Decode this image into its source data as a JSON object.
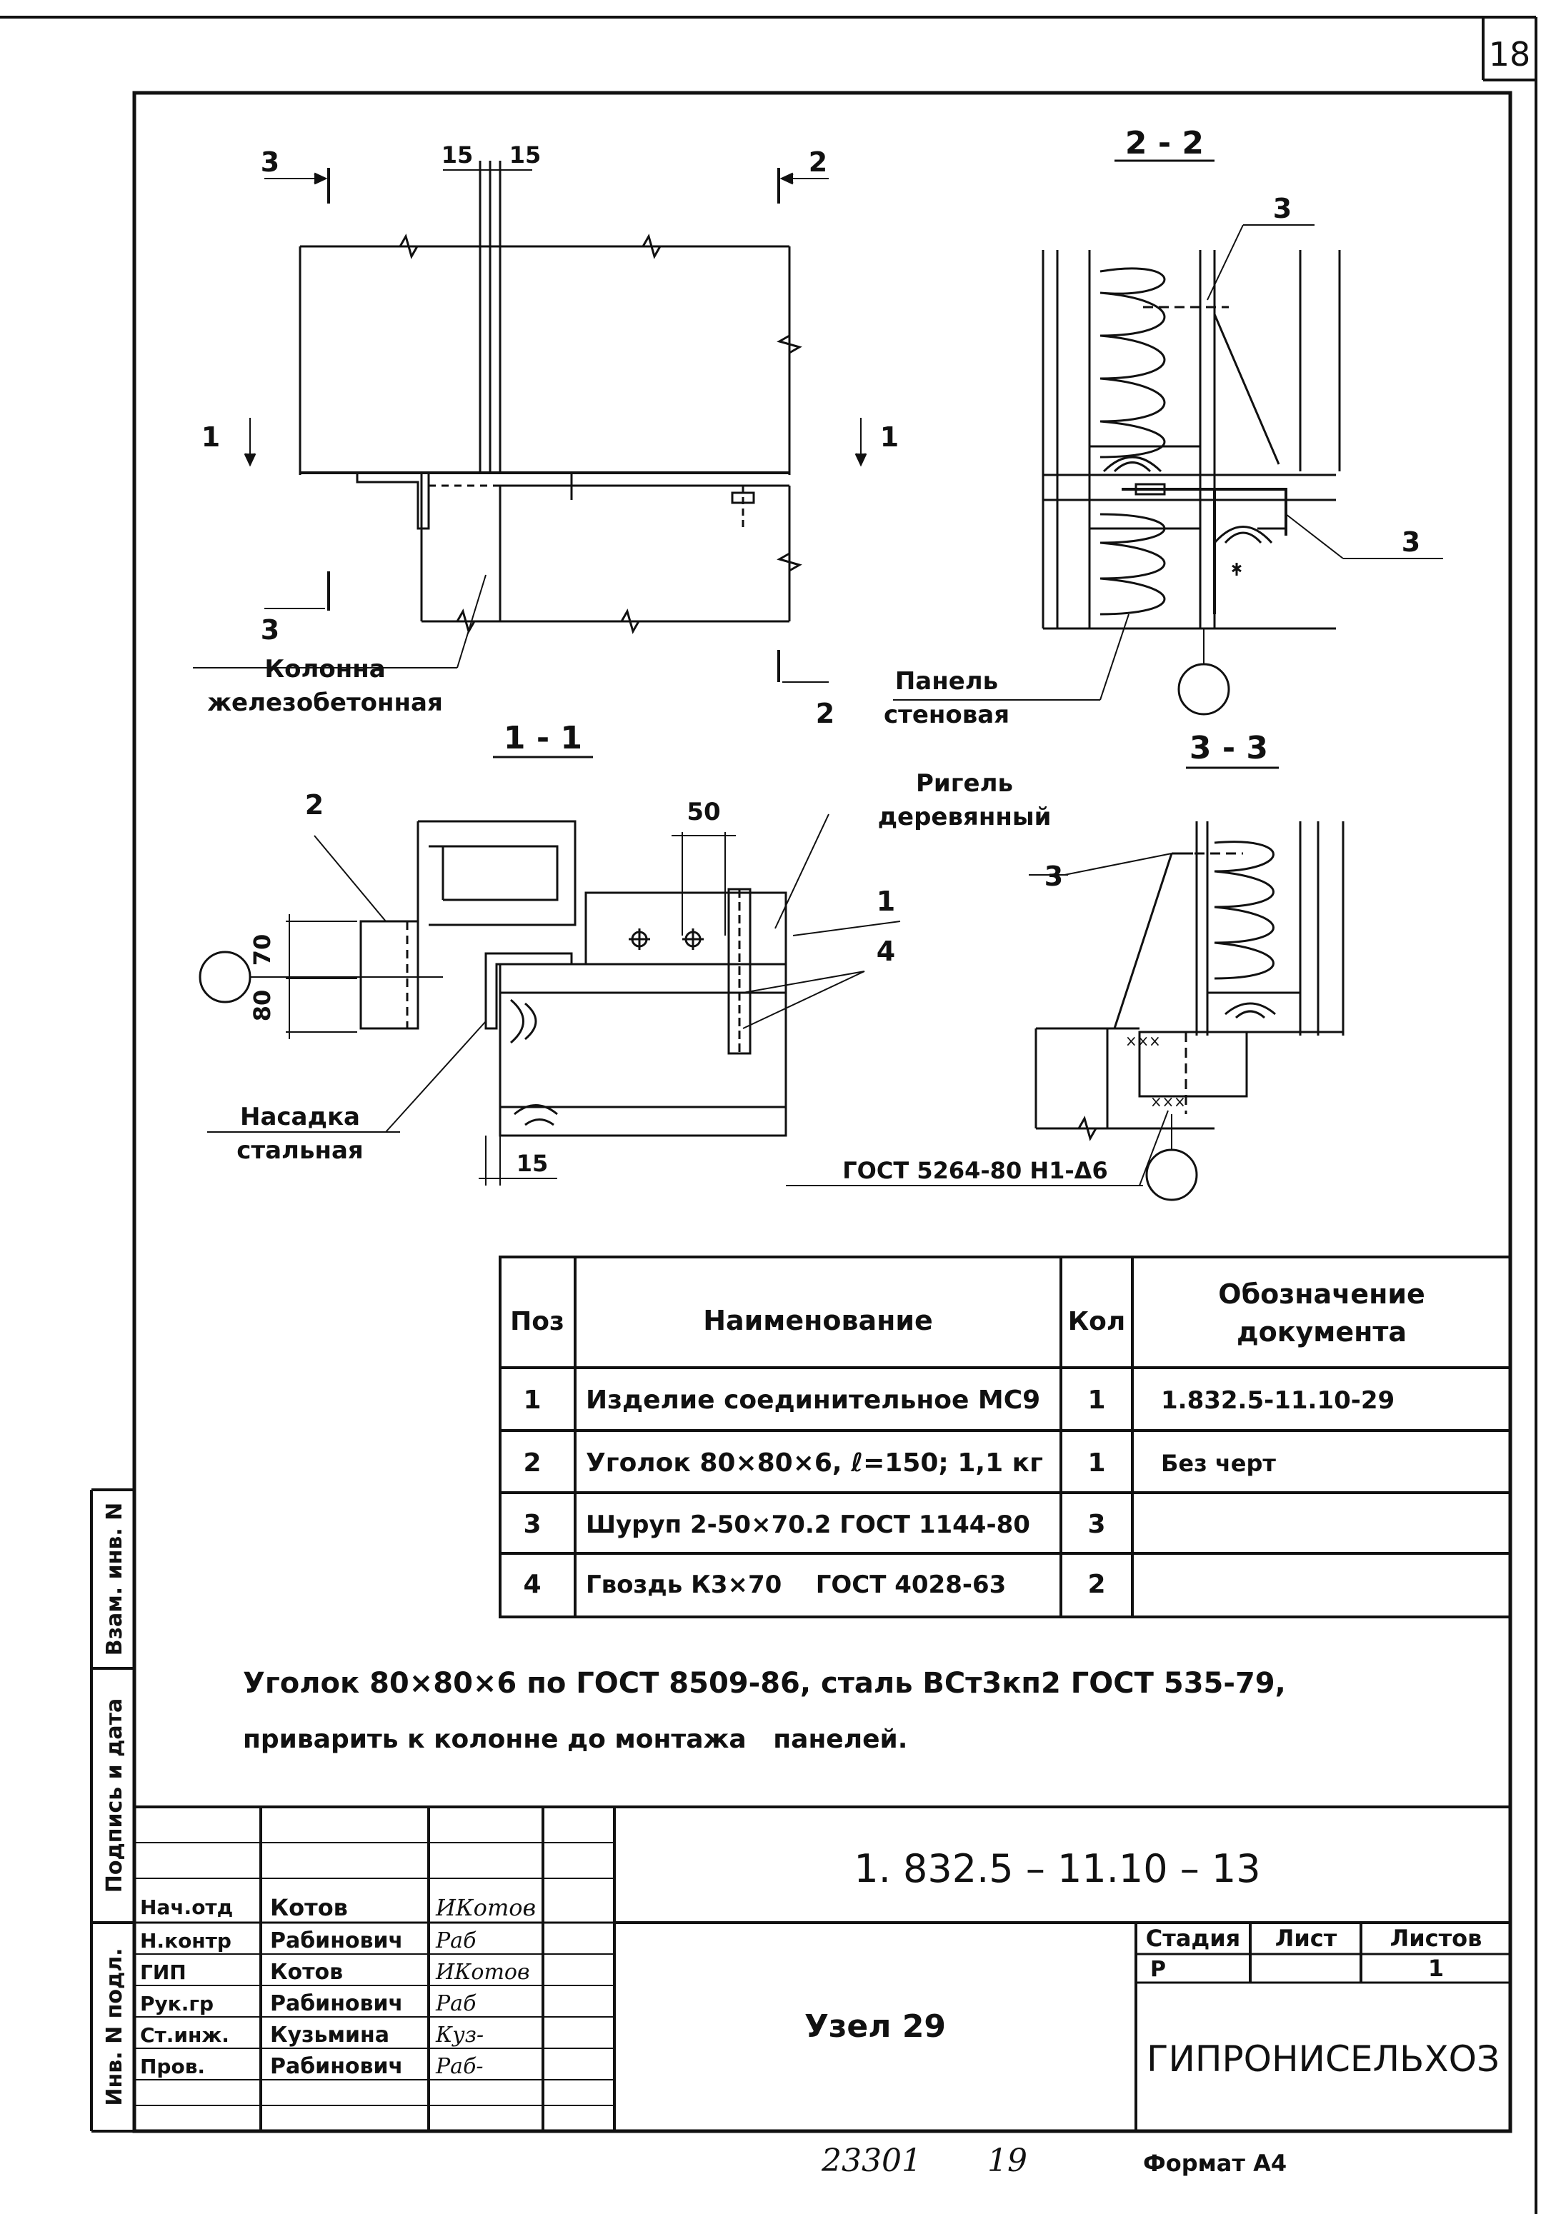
{
  "page_number": "18",
  "drawing": {
    "top_marks": {
      "left_dim": "15",
      "right_dim": "15",
      "cut3_top": "3",
      "cut2_top": "2",
      "cut1_left": "1",
      "cut1_right": "1",
      "cut3_bottom": "3",
      "cut2_bottom": "2"
    },
    "column_label": [
      "Колонна",
      "железобетонная"
    ],
    "section_1_1": {
      "title": "1 - 1",
      "label_2": "2",
      "dim_50": "50",
      "dim_70": "70",
      "dim_80": "80",
      "label_1": "1",
      "label_4": "4",
      "dim_15": "15"
    },
    "rigel_label": [
      "Ригель",
      "деревянный"
    ],
    "nasadka_label": [
      "Насадка",
      "стальная"
    ],
    "section_2_2": {
      "title": "2 - 2",
      "label_3a": "3",
      "label_3b": "3"
    },
    "panel_label": [
      "Панель",
      "стеновая"
    ],
    "section_3_3": {
      "title": "3 - 3",
      "label_3": "3"
    },
    "weld_note": "ГОСТ 5264-80 Н1-Δ6"
  },
  "spec_table": {
    "headers": [
      "Поз",
      "Наименование",
      "Кол",
      "Обозначение",
      "документа"
    ],
    "rows": [
      {
        "pos": "1",
        "name": "Изделие соединительное МС9",
        "qty": "1",
        "doc": "1.832.5-11.10-29"
      },
      {
        "pos": "2",
        "name": "Уголок 80×80×6, ℓ=150; 1,1 кг",
        "qty": "1",
        "doc": "Без черт"
      },
      {
        "pos": "3",
        "name": "Шуруп 2-50×70.2 ГОСТ 1144-80",
        "qty": "3",
        "doc": ""
      },
      {
        "pos": "4",
        "name": "Гвоздь К3×70    ГОСТ 4028-63",
        "qty": "2",
        "doc": ""
      }
    ]
  },
  "note": [
    "Уголок 80×80×6 по ГОСТ 8509-86, сталь ВСт3кп2 ГОСТ 535-79,",
    "приварить к колонне до монтажа   панелей."
  ],
  "side_labels": {
    "vzam": "Взам. инв. N",
    "podpis": "Подпись и дата",
    "inv": "Инв. N подл."
  },
  "title_block": {
    "doc_code": "1. 832.5 – 11.10 – 13",
    "staff": [
      {
        "role": "Нач.отд",
        "name": "Котов",
        "sign": "ИКотов"
      },
      {
        "role": "Н.контр",
        "name": "Рабинович",
        "sign": "Раб"
      },
      {
        "role": "ГИП",
        "name": "Котов",
        "sign": "ИКотов"
      },
      {
        "role": "Рук.гр",
        "name": "Рабинович",
        "sign": "Раб"
      },
      {
        "role": "Ст.инж.",
        "name": "Кузьмина",
        "sign": "Куз-"
      },
      {
        "role": "Пров.",
        "name": "Рабинович",
        "sign": "Раб-"
      }
    ],
    "title": "Узел 29",
    "stage_header": "Стадия",
    "sheet_header": "Лист",
    "sheets_header": "Листов",
    "stage": "Р",
    "sheet": "",
    "sheets": "1",
    "org": "ГИПРОНИСЕЛЬХОЗ"
  },
  "footer": {
    "archive_no": "23301",
    "sheet_no": "19",
    "format": "Формат А4"
  }
}
